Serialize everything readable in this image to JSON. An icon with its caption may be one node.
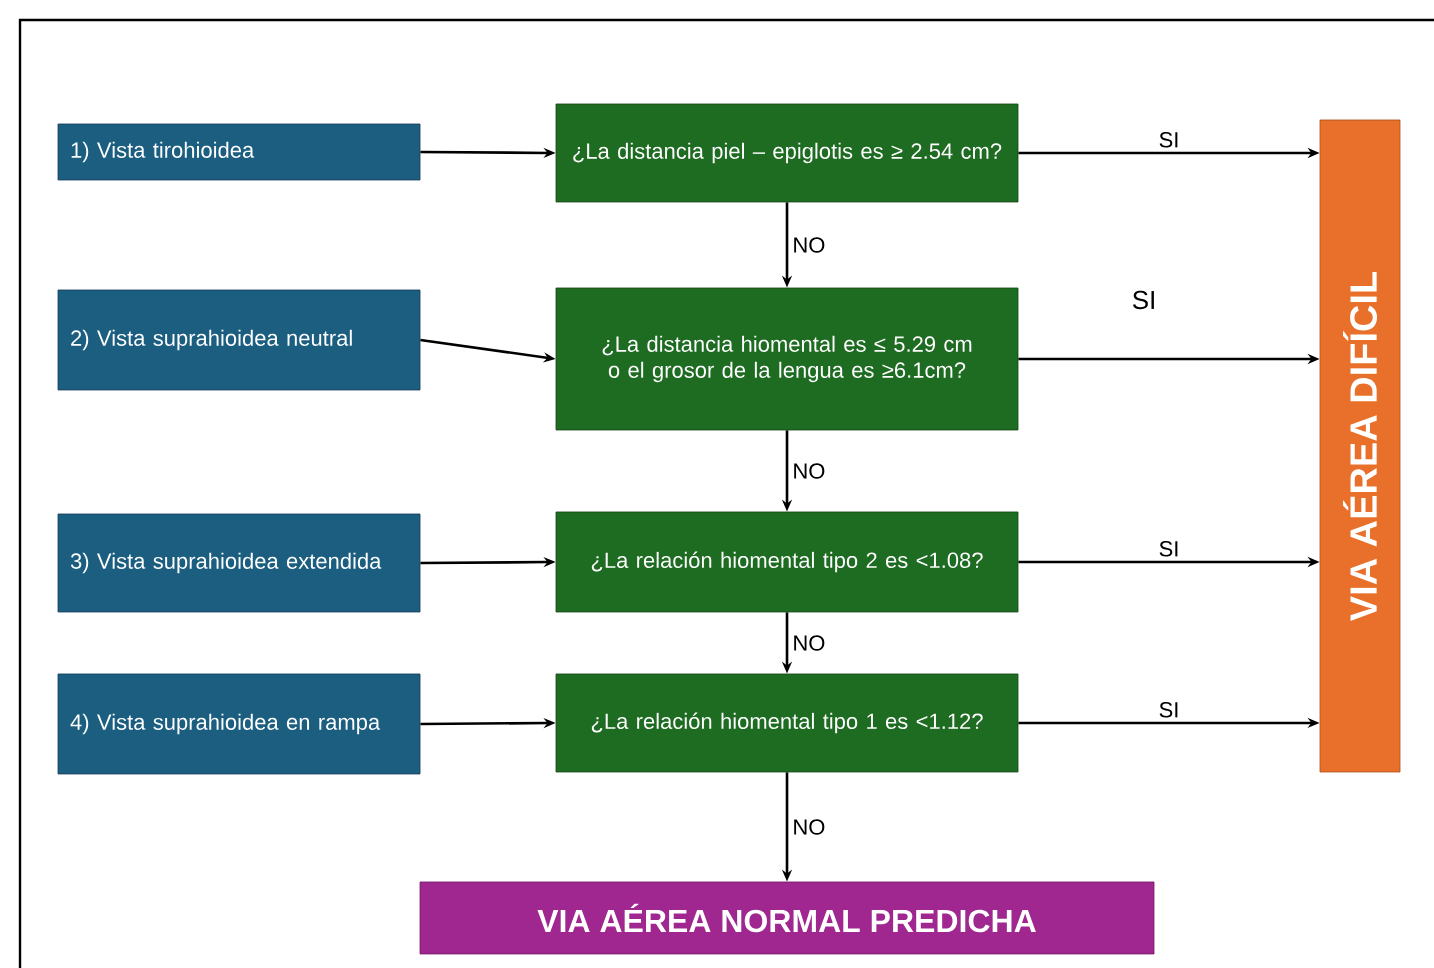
{
  "diagram": {
    "nodes": [
      {
        "text": [
          "1) Vista tirohioidea"
        ]
      },
      {
        "text": [
          "2) Vista suprahioidea neutral"
        ]
      },
      {
        "text": [
          "3) Vista suprahioidea extendida"
        ]
      },
      {
        "text": [
          "4) Vista suprahioidea en rampa"
        ]
      },
      {
        "text": [
          "¿La distancia piel – epiglotis es ≥ 2.54 cm?"
        ]
      },
      {
        "text": [
          "¿La distancia hiomental es ≤ 5.29 cm o el grosor de la lengua es ≥6.1cm?"
        ]
      },
      {
        "text": [
          "¿La relación hiomental tipo 2 es <1.08?"
        ]
      },
      {
        "text": [
          "¿La relación hiomental tipo 1 es <1.12?"
        ]
      },
      {
        "text": [
          "VIA AÉREA DIFÍCIL"
        ]
      },
      {
        "text": [
          "VIA AÉREA NORMAL PREDICHA"
        ]
      }
    ],
    "edges": [
      {
        "from": 0,
        "to": 4,
        "arrow": "to"
      },
      {
        "from": 1,
        "to": 5,
        "arrow": "to"
      },
      {
        "from": 2,
        "to": 6,
        "arrow": "to"
      },
      {
        "from": 3,
        "to": 7,
        "arrow": "to"
      },
      {
        "from": 4,
        "to": 5,
        "arrow": "to",
        "label": "NO"
      },
      {
        "from": 5,
        "to": 6,
        "arrow": "to",
        "label": "NO"
      },
      {
        "from": 6,
        "to": 7,
        "arrow": "to",
        "label": "NO"
      },
      {
        "from": 7,
        "to": 9,
        "arrow": "to",
        "label": "NO"
      },
      {
        "from": 4,
        "to": 8,
        "arrow": "to",
        "label": "SI"
      },
      {
        "from": 5,
        "to": 8,
        "arrow": "to"
      },
      {
        "from": 6,
        "to": 8,
        "arrow": "to",
        "label": "SI"
      },
      {
        "from": 7,
        "to": 8,
        "arrow": "to",
        "label": "SI"
      }
    ],
    "labels": [
      "SI"
    ]
  }
}
